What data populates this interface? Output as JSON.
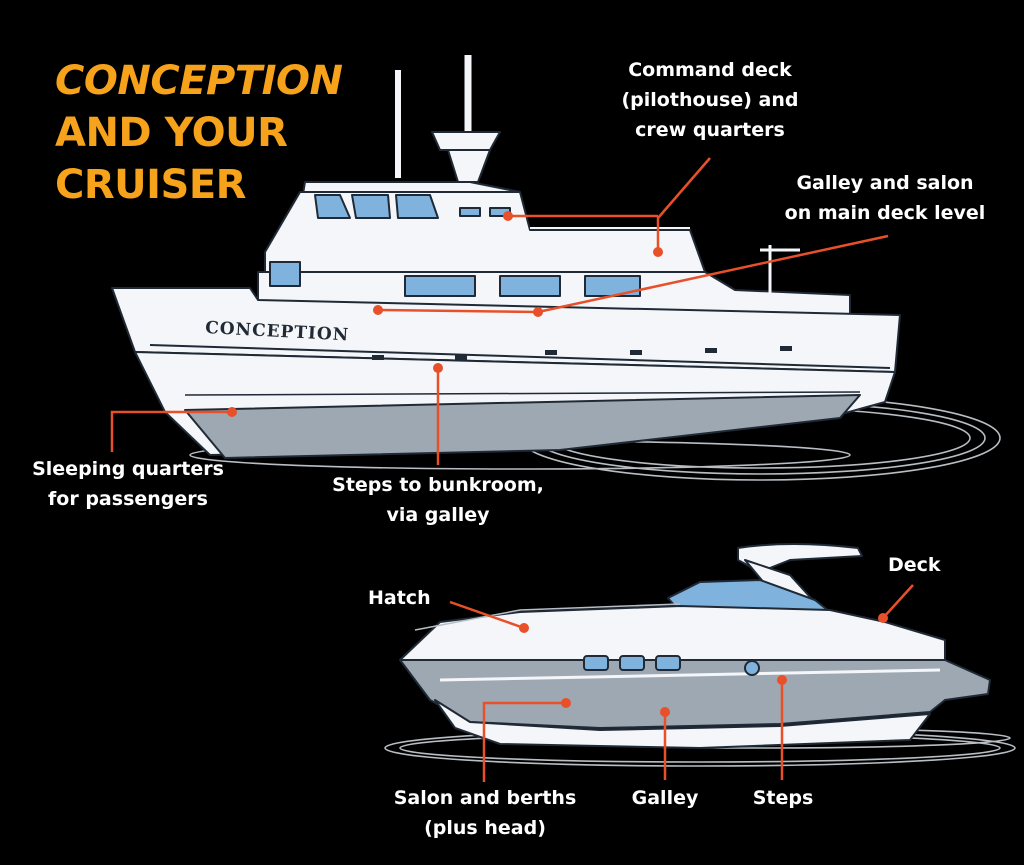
{
  "title": {
    "line1": "CONCEPTION",
    "line2": "AND YOUR",
    "line3": "CRUISER"
  },
  "boat_name": "CONCEPTION",
  "labels": {
    "command_deck": {
      "line1": "Command deck",
      "line2": "(pilothouse) and",
      "line3": "crew quarters"
    },
    "galley_salon": {
      "line1": "Galley and salon",
      "line2": "on main deck level"
    },
    "sleeping": {
      "line1": "Sleeping quarters",
      "line2": "for passengers"
    },
    "steps_bunk": {
      "line1": "Steps to bunkroom,",
      "line2": "via galley"
    },
    "hatch": "Hatch",
    "deck": "Deck",
    "salon_berths": {
      "line1": "Salon and berths",
      "line2": "(plus head)"
    },
    "galley": "Galley",
    "steps": "Steps"
  },
  "colors": {
    "title": "#f7a21b",
    "callout": "#e8502a",
    "hull_white": "#f4f6f9",
    "hull_gray": "#9ea8b2",
    "window": "#7fb2dc",
    "outline": "#1f2a36",
    "background": "#000000"
  }
}
